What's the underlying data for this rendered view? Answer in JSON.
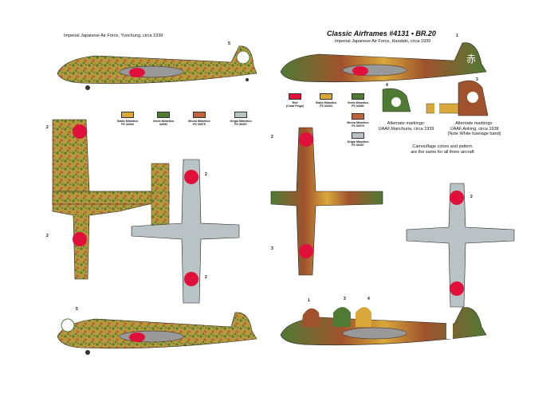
{
  "sheet": {
    "title": "Classic Airframes #4131 • BR.20",
    "right_caption": "Imperial Japanese Air Force, Handaki, circa 1939",
    "left_caption": "Imperial Japanese Air Force, Yunchung, circa 1939",
    "alt_marking_1": [
      "Alternate markings:",
      "IJAAF,Manchuria, circa 1939"
    ],
    "alt_marking_2": [
      "Alternate markings:",
      "IJAAF,Anking, circa 1938",
      "(Note White fuselage band)"
    ],
    "camo_note": [
      "Camouflage colors and pattern",
      "are the same for all three aircraft"
    ]
  },
  "left_swatches": [
    {
      "name": "Giallo Mimetico",
      "code": "FS 33434",
      "color": "#d9a83a"
    },
    {
      "name": "Verde Mimetico",
      "code": "34092",
      "color": "#4f7a33"
    },
    {
      "name": "Bruno Mimetico",
      "code": "FS 30079",
      "color": "#c0623a"
    },
    {
      "name": "Grigio Mimetico",
      "code": "FS 36307",
      "color": "#b9c3c6"
    }
  ],
  "right_swatches": [
    {
      "name": "Red",
      "code": "(Coral Finge)",
      "color": "#e0103a"
    },
    {
      "name": "Giallo Mimetico",
      "code": "FS 33434",
      "color": "#d9a83a"
    },
    {
      "name": "Verde Mimetico",
      "code": "FS 34092",
      "color": "#4f7a33"
    },
    {
      "name": "Bruno Mimetico",
      "code": "FS 30079",
      "color": "#c0623a"
    },
    {
      "name": "Grigio Mimetico",
      "code": "FS 36307",
      "color": "#b9c3c6"
    }
  ],
  "callouts": [
    "5",
    "2",
    "2",
    "2",
    "2",
    "5",
    "1",
    "4",
    "3",
    "2",
    "2",
    "3",
    "1",
    "4",
    "3"
  ]
}
